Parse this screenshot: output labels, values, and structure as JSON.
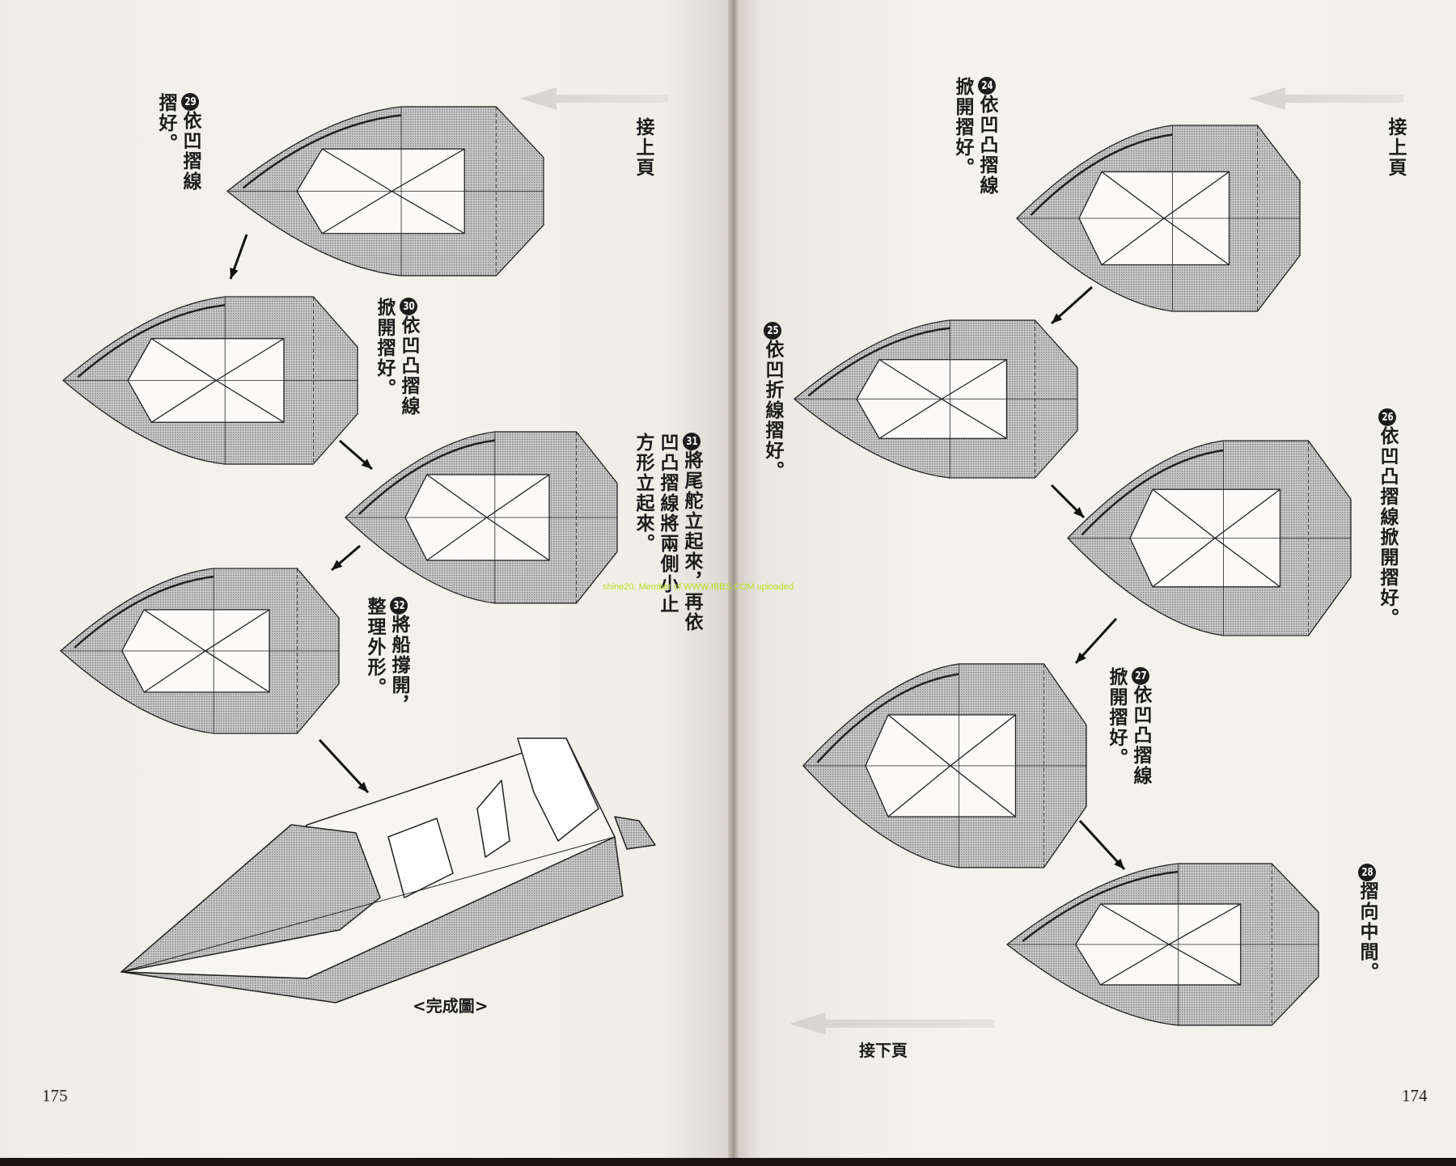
{
  "left_page": {
    "page_number": "175",
    "continued_from": "接上頁",
    "steps": [
      {
        "number": "29",
        "lines": [
          "依凹摺線",
          "摺好。"
        ]
      },
      {
        "number": "30",
        "lines": [
          "依凹凸摺線",
          "掀開摺好。"
        ]
      },
      {
        "number": "31",
        "lines": [
          "將尾舵立起來，再依",
          "凹凸摺線將兩側小止",
          "方形立起來。"
        ]
      },
      {
        "number": "32",
        "lines": [
          "將船撐開，",
          "整理外形。"
        ]
      }
    ],
    "finished_caption": "<完成圖>"
  },
  "right_page": {
    "page_number": "174",
    "continued_from": "接上頁",
    "continued_to": "接下頁",
    "steps": [
      {
        "number": "24",
        "lines": [
          "依凹凸摺線",
          "掀開摺好。"
        ]
      },
      {
        "number": "25",
        "lines": [
          "依凹折線摺好。"
        ]
      },
      {
        "number": "26",
        "lines": [
          "依凹凸摺線掀開摺好。"
        ]
      },
      {
        "number": "27",
        "lines": [
          "依凹凸摺線",
          "掀開摺好。"
        ]
      },
      {
        "number": "28",
        "lines": [
          "摺向中間。"
        ]
      }
    ]
  },
  "watermark": "shine20, Member of WWW.IBBS.COM uploaded",
  "colors": {
    "paper": "#f3f1ec",
    "ink": "#1c1c1c",
    "shade": "#a9a9a9",
    "watermark": "#b8e020"
  }
}
